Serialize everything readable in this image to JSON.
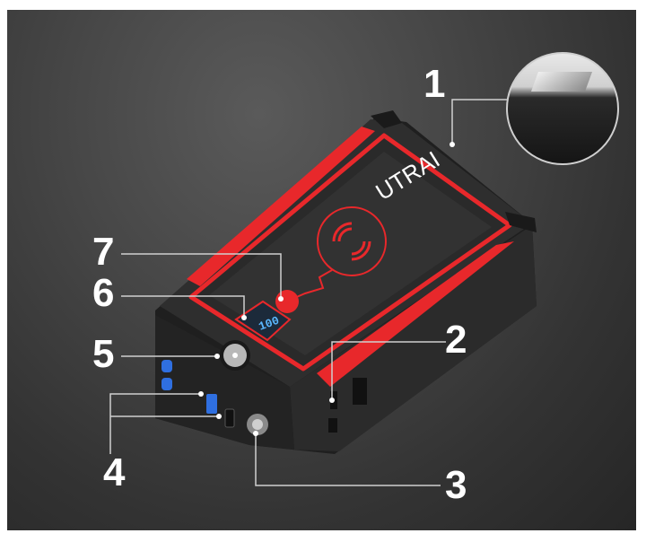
{
  "product": {
    "brand": "UTRAI",
    "display_reading": "100",
    "colors": {
      "background": "#3f3f3f",
      "body": "#2a2a2a",
      "accent_red": "#e8282b",
      "usb_blue": "#2f6fe0",
      "lcd_blue": "#5bb8ff",
      "callout_line": "#d0d0d0"
    }
  },
  "callouts": [
    {
      "num": "1",
      "feature": "top-corner-detail"
    },
    {
      "num": "2",
      "feature": "side-port"
    },
    {
      "num": "3",
      "feature": "power-button"
    },
    {
      "num": "4",
      "feature": "usb-ports"
    },
    {
      "num": "5",
      "feature": "compass"
    },
    {
      "num": "6",
      "feature": "lcd-display"
    },
    {
      "num": "7",
      "feature": "flashlight-button"
    }
  ]
}
